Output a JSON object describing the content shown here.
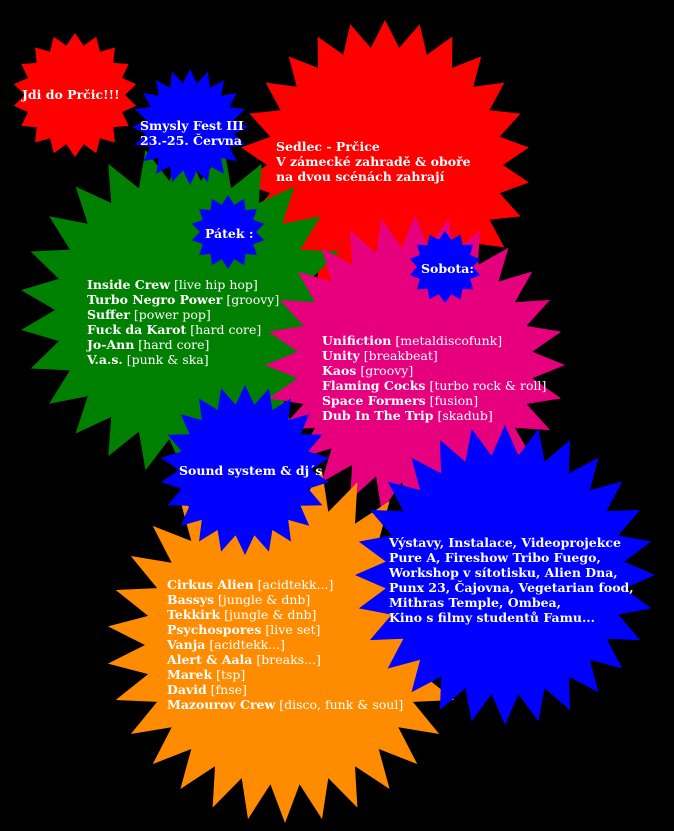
{
  "colors": {
    "background": "#000000",
    "red": "#ff0000",
    "blue": "#0000ff",
    "green": "#008000",
    "magenta": "#e6007e",
    "orange": "#ff8c00",
    "text": "#ffffff"
  },
  "header": {
    "slogan": "Jdi do Prčic!!!",
    "festival_name": "Smysly Fest III",
    "festival_dates": "23.-25. Června"
  },
  "venue": {
    "line1": "Sedlec - Prčice",
    "line2": "V zámecké zahradě & oboře",
    "line3": "na dvou scénách zahrají"
  },
  "friday": {
    "heading": "Pátek :",
    "acts": [
      {
        "name": "Inside Crew",
        "genre": "[live hip hop]"
      },
      {
        "name": "Turbo Negro Power",
        "genre": "[groovy]"
      },
      {
        "name": "Suffer",
        "genre": "[power pop]"
      },
      {
        "name": "Fuck da Karot",
        "genre": "[hard core]"
      },
      {
        "name": "Jo-Ann",
        "genre": "[hard core]"
      },
      {
        "name": "V.a.s.",
        "genre": "[punk & ska]"
      }
    ]
  },
  "saturday": {
    "heading": "Sobota:",
    "acts": [
      {
        "name": "Unifiction",
        "genre": "[metaldiscofunk]"
      },
      {
        "name": "Unity",
        "genre": "[breakbeat]"
      },
      {
        "name": "Kaos",
        "genre": "[groovy]"
      },
      {
        "name": "Flaming Cocks",
        "genre": "[turbo rock & roll]"
      },
      {
        "name": "Space Formers",
        "genre": "[fusion]"
      },
      {
        "name": "Dub In The Trip",
        "genre": "[skadub]"
      }
    ]
  },
  "soundsystem": {
    "heading": "Sound system & dj´s",
    "acts": [
      {
        "name": "Cirkus Alien",
        "genre": "[acidtekk...]"
      },
      {
        "name": "Bassys",
        "genre": "[jungle & dnb]"
      },
      {
        "name": "Tekkirk",
        "genre": "[jungle & dnb]"
      },
      {
        "name": "Psychospores",
        "genre": "[live set]"
      },
      {
        "name": "Vanja",
        "genre": "[acidtekk...]"
      },
      {
        "name": "Alert & Aala",
        "genre": "[breaks...]"
      },
      {
        "name": "Marek",
        "genre": "[tsp]"
      },
      {
        "name": "David",
        "genre": "[fnse]"
      },
      {
        "name": "Mazourov Crew",
        "genre": "[disco, funk & soul]"
      }
    ]
  },
  "extras": {
    "lines": [
      "Výstavy, Instalace, Videoprojekce",
      "Pure A, Fireshow  Tribo Fuego,",
      "Workshop v sítotisku, Alien Dna,",
      "Punx 23, Čajovna, Vegetarian food,",
      "Mithras Temple, Ombea,",
      "Kino s filmy studentů Famu..."
    ]
  }
}
